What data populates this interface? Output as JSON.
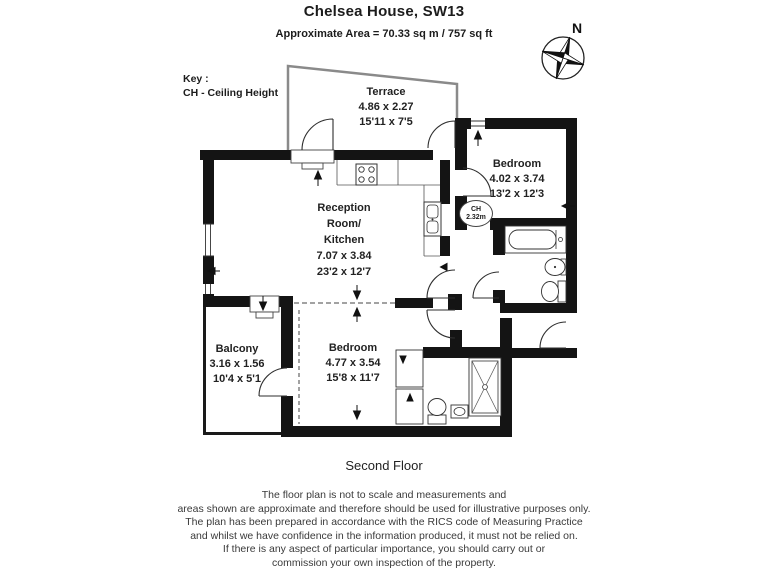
{
  "header": {
    "title": "Chelsea House, SW13",
    "area": "Approximate Area = 70.33 sq m / 757 sq ft"
  },
  "key": {
    "line1": "Key :",
    "line2": "CH - Ceiling Height"
  },
  "compass": {
    "label": "N"
  },
  "rooms": {
    "terrace": {
      "name": "Terrace",
      "metric": "4.86 x 2.27",
      "imperial": "15'11 x 7'5"
    },
    "bedroom1": {
      "name": "Bedroom",
      "metric": "4.02 x 3.74",
      "imperial": "13'2 x 12'3"
    },
    "reception": {
      "name1": "Reception",
      "name2": "Room/",
      "name3": "Kitchen",
      "metric": "7.07 x 3.84",
      "imperial": "23'2 x 12'7"
    },
    "balcony": {
      "name": "Balcony",
      "metric": "3.16 x 1.56",
      "imperial": "10'4 x 5'1"
    },
    "bedroom2": {
      "name": "Bedroom",
      "metric": "4.77 x 3.54",
      "imperial": "15'8 x 11'7"
    }
  },
  "ceiling_badge": {
    "label": "CH",
    "value": "2.32m"
  },
  "floor_label": "Second Floor",
  "disclaimer": {
    "line1": "The floor plan is not to scale and measurements and",
    "line2": "areas shown are approximate and therefore should be used for illustrative purposes only.",
    "line3": "The plan has been prepared in accordance with the RICS code of Measuring Practice",
    "line4": "and whilst we have confidence in the information produced, it must not be relied on.",
    "line5": "If there is any aspect of particular importance, you should carry out or",
    "line6": "commission your own inspection of the property.",
    "colors": {
      "ink": "#1a1a1a"
    }
  }
}
